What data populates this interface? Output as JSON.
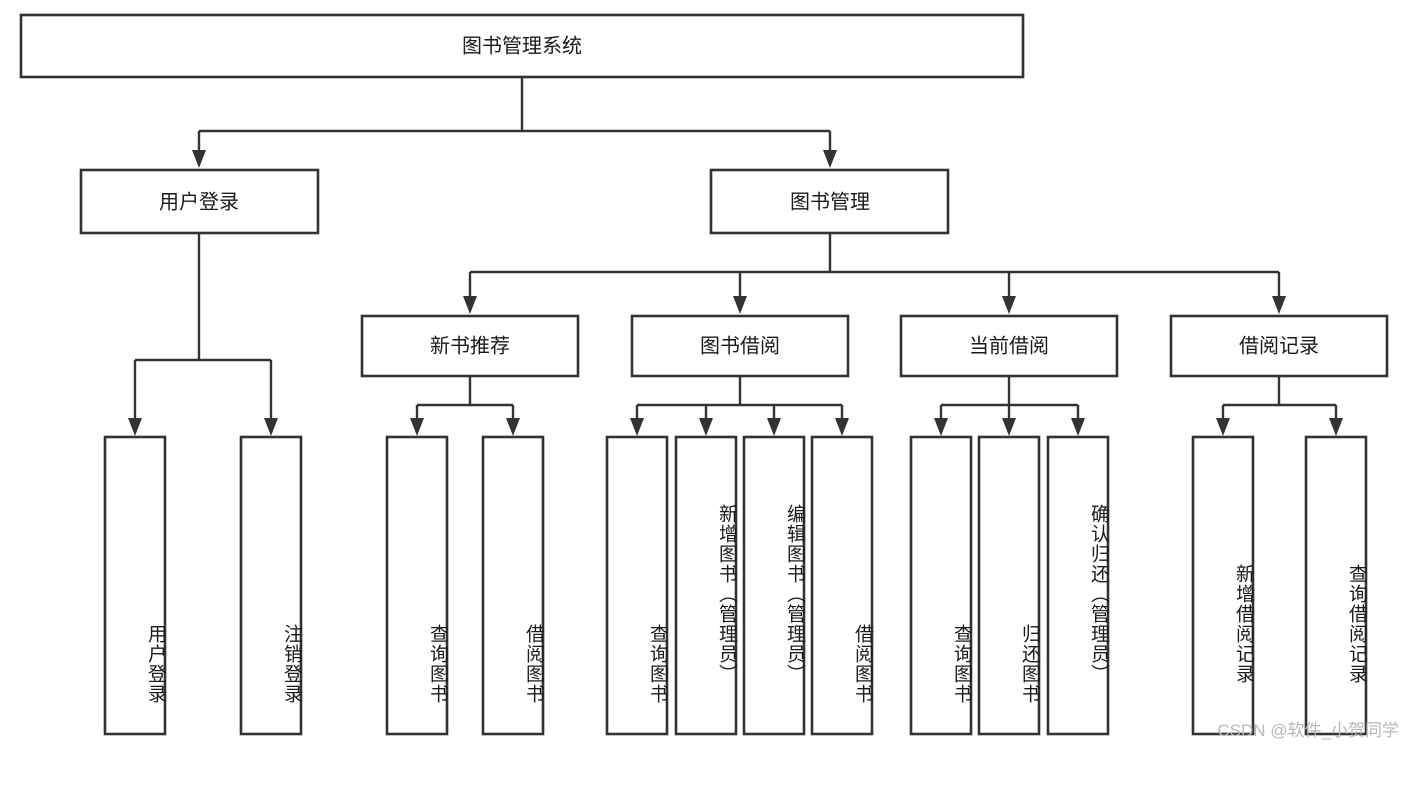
{
  "diagram": {
    "type": "tree-hierarchy",
    "orientation": "top-down",
    "root": {
      "label": "图书管理系统"
    },
    "level1": [
      {
        "label": "用户登录"
      },
      {
        "label": "图书管理"
      }
    ],
    "level2": [
      {
        "label": "新书推荐"
      },
      {
        "label": "图书借阅"
      },
      {
        "label": "当前借阅"
      },
      {
        "label": "借阅记录"
      }
    ],
    "leaves": {
      "user_login": [
        {
          "label": "用户登录"
        },
        {
          "label": "注销登录"
        }
      ],
      "new_book_recommend": [
        {
          "label": "查询图书"
        },
        {
          "label": "借阅图书"
        }
      ],
      "book_borrow": [
        {
          "label": "查询图书"
        },
        {
          "label": "新增图书（管理员）"
        },
        {
          "label": "编辑图书（管理员）"
        },
        {
          "label": "借阅图书"
        }
      ],
      "current_borrow": [
        {
          "label": "查询图书"
        },
        {
          "label": "归还图书"
        },
        {
          "label": "确认归还（管理员）"
        }
      ],
      "borrow_record": [
        {
          "label": "新增借阅记录"
        },
        {
          "label": "查询借阅记录"
        }
      ]
    }
  },
  "watermark": {
    "text": "CSDN @软件_小贺同学"
  },
  "colors": {
    "box_stroke": "#333333",
    "box_fill": "#ffffff",
    "text": "#1a1a1a",
    "watermark": "#b8b8b8",
    "background": "#ffffff"
  }
}
